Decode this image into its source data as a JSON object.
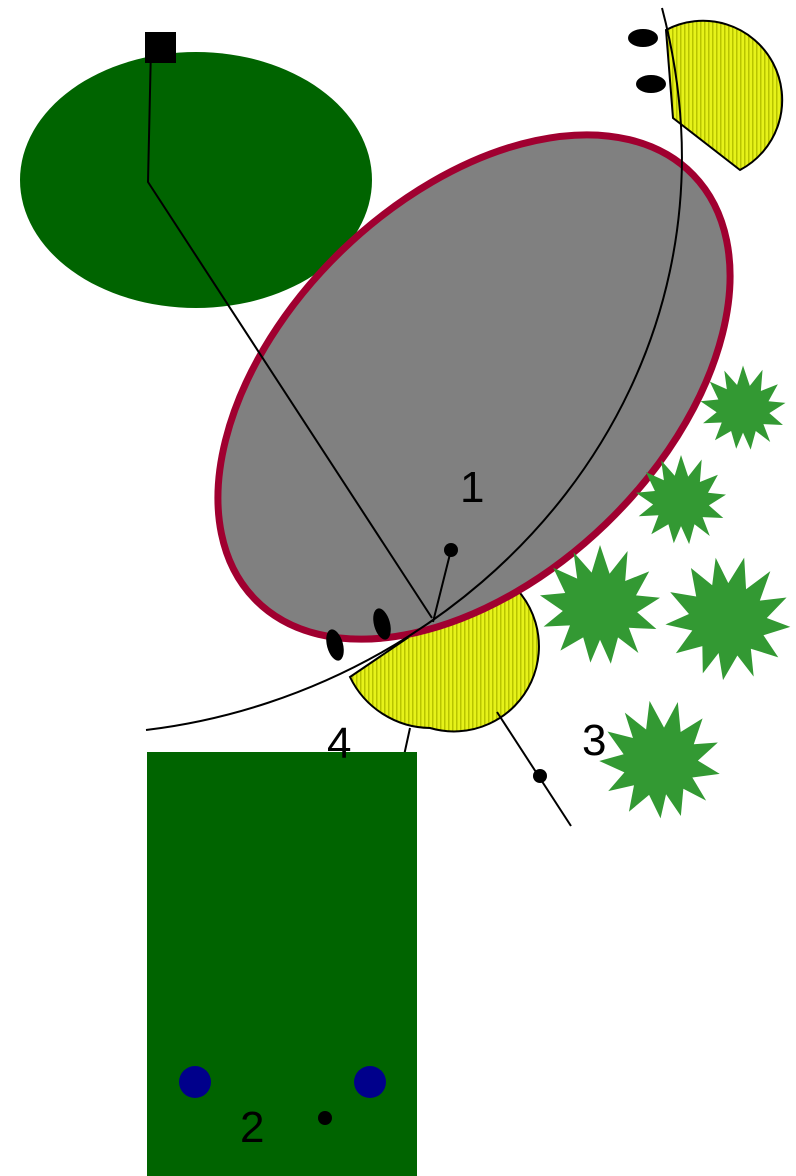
{
  "labels": {
    "one": "1",
    "two": "2",
    "three": "3",
    "four": "4"
  },
  "colors": {
    "background": "#ffffff",
    "dark_green": "#006400",
    "gray": "#808080",
    "crimson_outline": "#a00030",
    "yellow": "#e6f21a",
    "yellow_stripe": "#b8c400",
    "bush_green": "#339933",
    "navy_dot": "#00008b",
    "line_black": "#000000"
  },
  "icons": {
    "start_marker": "black-square",
    "leader_endpoint": "black-dot",
    "ellipse_marks": "black-oval",
    "bushes": "spiky-star",
    "rect_dots": "navy-circle"
  }
}
